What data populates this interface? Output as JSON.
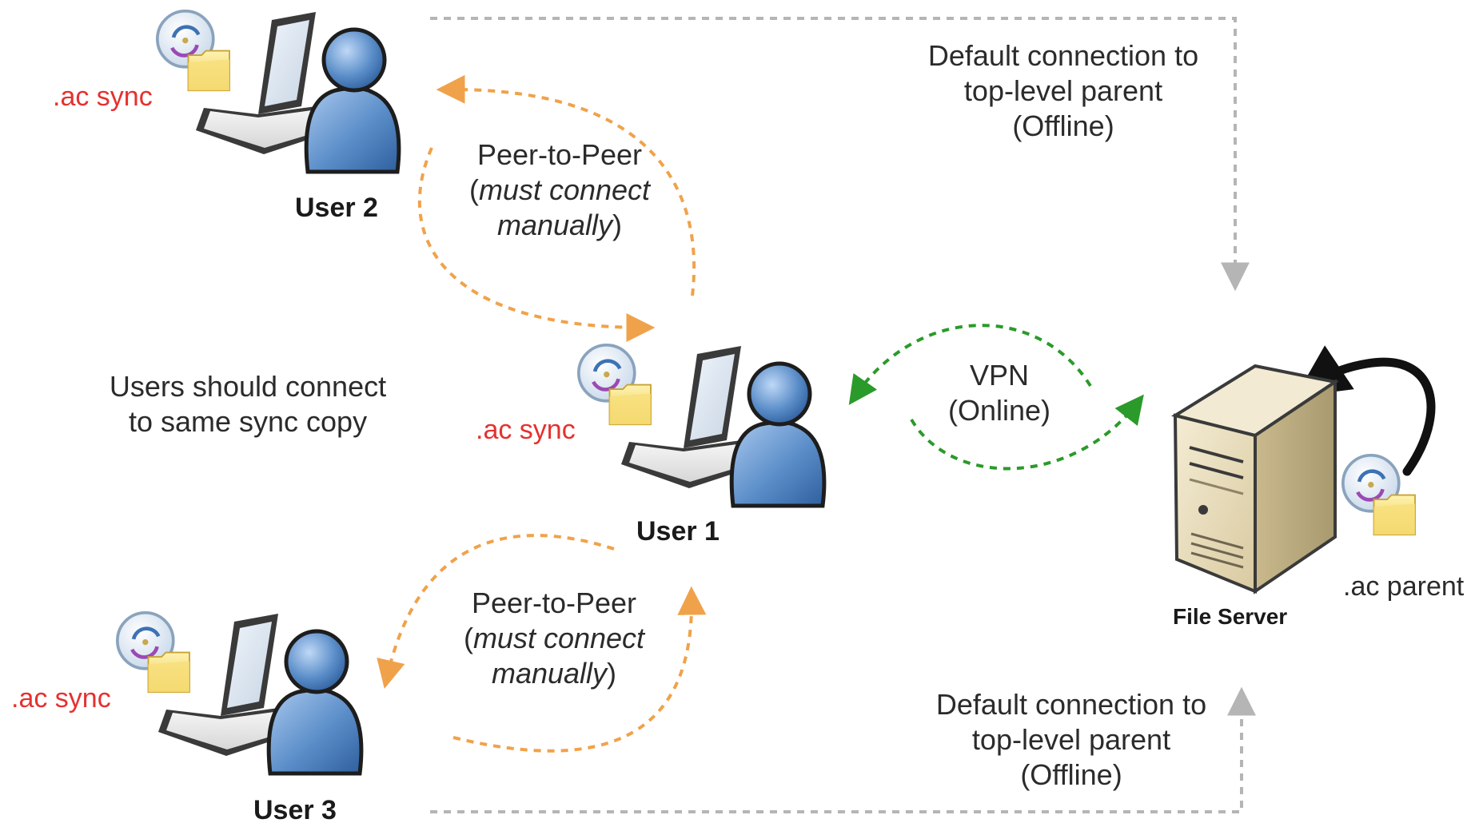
{
  "nodes": {
    "user2": {
      "label": "User 2",
      "tag": ".ac sync"
    },
    "user1": {
      "label": "User 1",
      "tag": ".ac sync"
    },
    "user3": {
      "label": "User 3",
      "tag": ".ac sync"
    },
    "file_server": {
      "label": "File Server",
      "tag": ".ac parent"
    }
  },
  "annotations": {
    "top_default": [
      "Default connection to",
      "top-level parent",
      "(Offline)"
    ],
    "bottom_default": [
      "Default connection to",
      "top-level parent",
      "(Offline)"
    ],
    "p2p_top": {
      "line1": "Peer-to-Peer",
      "open": "(",
      "italic1": "must connect",
      "italic2": "manually",
      "close": ")"
    },
    "p2p_bottom": {
      "line1": "Peer-to-Peer",
      "open": "(",
      "italic1": "must connect",
      "italic2": "manually",
      "close": ")"
    },
    "vpn": [
      "VPN",
      "(Online)"
    ],
    "same_copy": [
      "Users should connect",
      "to same sync copy"
    ]
  },
  "colors": {
    "peer_arrow": "#f0a24a",
    "vpn_arrow": "#2a9a2a",
    "default_arrow": "#b5b5b5",
    "sync_label": "#e5312f",
    "user_blue": "#5b8ec9",
    "server_beige": "#e4d8b4"
  },
  "icons": [
    "laptop-icon",
    "user-icon",
    "sync-icon",
    "folder-icon",
    "server-icon"
  ]
}
